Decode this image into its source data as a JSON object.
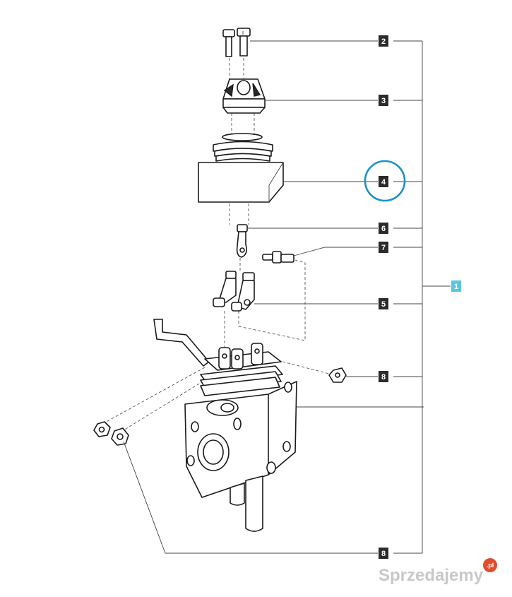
{
  "callouts": [
    {
      "id": "c2",
      "label": "2"
    },
    {
      "id": "c3",
      "label": "3"
    },
    {
      "id": "c4",
      "label": "4"
    },
    {
      "id": "c6",
      "label": "6"
    },
    {
      "id": "c7",
      "label": "7"
    },
    {
      "id": "c5",
      "label": "5"
    },
    {
      "id": "c8a",
      "label": "8"
    },
    {
      "id": "c8b",
      "label": "8"
    },
    {
      "id": "c1",
      "label": "1"
    }
  ],
  "highlighted_callout": "4",
  "colors": {
    "callout_bg": "#2b2b2b",
    "assembly_callout_bg": "#5bc6df",
    "highlight_ring": "#1e90c8",
    "watermark": "#c8c8c8",
    "watermark_badge": "#e04b2c"
  },
  "watermark": {
    "text": "Sprzedajemy",
    "badge": ".pl"
  }
}
